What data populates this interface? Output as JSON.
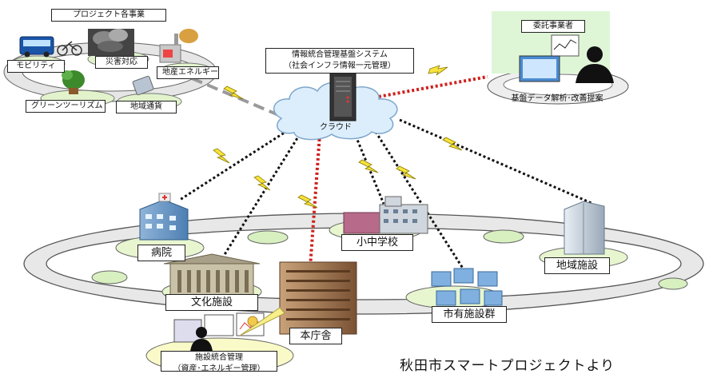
{
  "projects": {
    "header": "プロジェクト各事業",
    "mobility": "モビリティ",
    "disaster": "災害対応",
    "local_energy": "地産エネルギー",
    "green_tourism": "グリーンツーリズム",
    "local_currency": "地域通貨"
  },
  "core_system": {
    "title_line1": "情報統合管理基盤システム",
    "title_line2": "（社会インフラ情報一元管理）",
    "cloud": "クラウド"
  },
  "contractor": {
    "header": "委託事業者",
    "label": "基盤データ解析･改善提案"
  },
  "facilities": {
    "hospital": "病院",
    "culture": "文化施設",
    "school": "小中学校",
    "regional": "地域施設",
    "city_facilities": "市有施設群",
    "city_hall": "本庁舎",
    "mgmt_line1": "施設統合管理",
    "mgmt_line2": "（資産･エネルギー管理）"
  },
  "caption": "秋田市スマートプロジェクトより"
}
